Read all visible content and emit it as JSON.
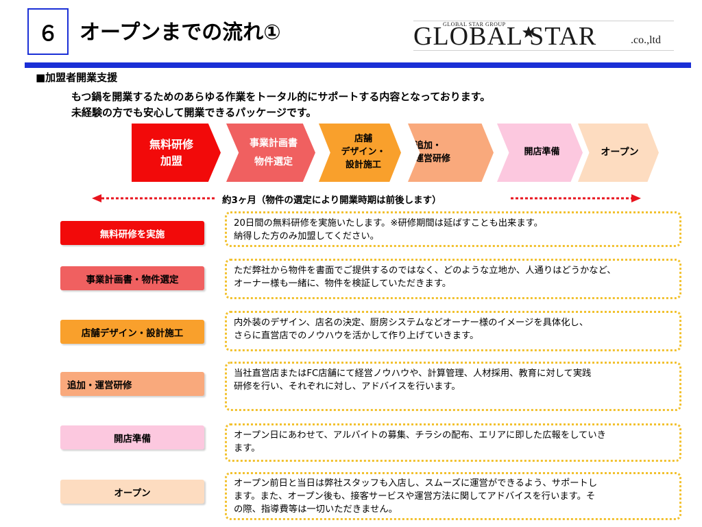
{
  "header": {
    "slide_number": "６",
    "title": "オープンまでの流れ①",
    "logo": {
      "small_text": "GLOBAL STAR GROUP",
      "main_text": "GLOBAL STAR",
      "suffix": ".co.,ltd"
    }
  },
  "section": {
    "heading": "■加盟者開業支援",
    "intro_lines": [
      "もつ鍋を開業するためのあらゆる作業をトータル的にサポートする内容となっております。",
      "未経験の方でも安心して開業できるパッケージです。"
    ]
  },
  "steps": [
    {
      "lines": [
        "無料研修",
        "加盟"
      ],
      "color": "#f20a0a"
    },
    {
      "lines": [
        "事業計画書",
        "物件選定"
      ],
      "color": "#f06060"
    },
    {
      "lines": [
        "店舗",
        "デザイン・",
        "設計施工"
      ],
      "color": "#f9a02c"
    },
    {
      "lines": [
        "追加・",
        "運営研修"
      ],
      "color": "#f9a97c"
    },
    {
      "lines": [
        "開店準備"
      ],
      "color": "#fcc8df"
    },
    {
      "lines": [
        "オープン"
      ],
      "color": "#fddcc0"
    }
  ],
  "duration": {
    "text": "約3ヶ月（物件の選定により開業時期は前後します）",
    "arrow_color": "#e8141e"
  },
  "details": [
    {
      "label": "無料研修を実施",
      "lines": [
        "20日間の無料研修を実施いたします。※研修期間は延ばすことも出来ます。",
        "納得した方のみ加盟してください。"
      ]
    },
    {
      "label": "事業計画書・物件選定",
      "lines": [
        "ただ弊社から物件を書面でご提供するのではなく、どのような立地か、人通りはどうかなど、",
        "オーナー様も一緒に、物件を検証していただきます。"
      ]
    },
    {
      "label": "店舗デザイン・設計施工",
      "lines": [
        "内外装のデザイン、店名の決定、厨房システムなどオーナー様のイメージを具体化し、",
        "さらに直営店でのノウハウを活かして作り上げていきます。"
      ]
    },
    {
      "label": "追加・運営研修",
      "lines": [
        "当社直営店またはFC店舗にて経営ノウハウや、計算管理、人材採用、教育に対して実践",
        "研修を行い、それぞれに対し、アドバイスを行います。"
      ]
    },
    {
      "label": "開店準備",
      "lines": [
        "オープン日にあわせて、アルバイトの募集、チラシの配布、エリアに即した広報をしていき",
        "ます。"
      ]
    },
    {
      "label": "オープン",
      "lines": [
        "オープン前日と当日は弊社スタッフも入店し、スムーズに運営ができるよう、サポートし",
        "ます。また、オープン後も、接客サービスや運営方法に関してアドバイスを行います。そ",
        "の際、指導費等は一切いただきません。"
      ]
    }
  ]
}
